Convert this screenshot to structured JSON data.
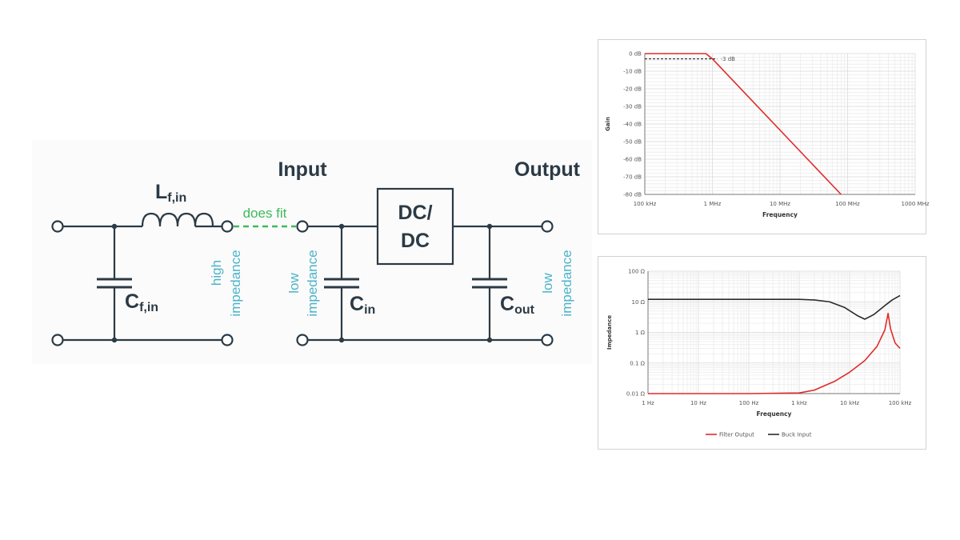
{
  "circuit": {
    "labels": {
      "inductor_main": "L",
      "inductor_sub": "f,in",
      "cap_filter_main": "C",
      "cap_filter_sub": "f,in",
      "cap_in_main": "C",
      "cap_in_sub": "in",
      "cap_out_main": "C",
      "cap_out_sub": "out",
      "input_title": "Input",
      "output_title": "Output",
      "dcdc_line1": "DC/",
      "dcdc_line2": "DC",
      "does_fit": "does fit",
      "high_1": "high",
      "high_2": "impedance",
      "low_in_1": "low",
      "low_in_2": "impedance",
      "low_out_1": "low",
      "low_out_2": "impedance"
    },
    "colors": {
      "wire": "#2b3a45",
      "impedance_text": "#4bb3c9",
      "does_fit": "#3dbb5a"
    }
  },
  "chart_data": [
    {
      "type": "line",
      "xlabel": "Frequency",
      "ylabel": "Gain",
      "x_scale": "log",
      "x_ticks": [
        "100 kHz",
        "1 MHz",
        "10 MHz",
        "100 MHz",
        "1000 MHz"
      ],
      "x_tick_values": [
        100000,
        1000000,
        10000000,
        100000000,
        1000000000
      ],
      "y_ticks": [
        "0 dB",
        "-10 dB",
        "-20 dB",
        "-30 dB",
        "-40 dB",
        "-50 dB",
        "-60 dB",
        "-70 dB",
        "-80 dB"
      ],
      "y_tick_values": [
        0,
        -10,
        -20,
        -30,
        -40,
        -50,
        -60,
        -70,
        -80
      ],
      "ylim": [
        -80,
        0
      ],
      "xlim": [
        100000,
        1000000000
      ],
      "grid": true,
      "series": [
        {
          "color": "#e02b2b",
          "points": [
            [
              100000,
              0
            ],
            [
              800000,
              0
            ],
            [
              1000000,
              -3
            ],
            [
              80000000,
              -80
            ]
          ]
        }
      ],
      "annotations": [
        {
          "text": "-3 dB",
          "x": 1000000,
          "y": -3,
          "style": "dashed-line",
          "color": "#222222"
        }
      ]
    },
    {
      "type": "line",
      "xlabel": "Frequency",
      "ylabel": "Impedance",
      "x_scale": "log",
      "y_scale": "log",
      "x_ticks": [
        "1 Hz",
        "10 Hz",
        "100 Hz",
        "1 kHz",
        "10 kHz",
        "100 kHz"
      ],
      "x_tick_values": [
        1,
        10,
        100,
        1000,
        10000,
        100000
      ],
      "y_ticks": [
        "100 Ω",
        "10 Ω",
        "1 Ω",
        "0.1 Ω",
        "0.01 Ω"
      ],
      "y_tick_values": [
        100,
        10,
        1,
        0.1,
        0.01
      ],
      "xlim": [
        1,
        100000
      ],
      "ylim": [
        0.01,
        100
      ],
      "grid": true,
      "legend": "bottom",
      "series": [
        {
          "name": "Filter Output",
          "color": "#e02b2b",
          "points": [
            [
              1,
              0.01
            ],
            [
              100,
              0.01
            ],
            [
              1000,
              0.0105
            ],
            [
              2000,
              0.013
            ],
            [
              5000,
              0.025
            ],
            [
              10000,
              0.05
            ],
            [
              20000,
              0.12
            ],
            [
              35000,
              0.35
            ],
            [
              50000,
              1.2
            ],
            [
              58000,
              4.2
            ],
            [
              65000,
              1.3
            ],
            [
              80000,
              0.45
            ],
            [
              100000,
              0.3
            ]
          ]
        },
        {
          "name": "Buck Input",
          "color": "#2b2b2b",
          "points": [
            [
              1,
              12
            ],
            [
              100,
              12
            ],
            [
              1000,
              12
            ],
            [
              2000,
              11.5
            ],
            [
              4000,
              10
            ],
            [
              8000,
              6.5
            ],
            [
              14000,
              3.6
            ],
            [
              20000,
              2.7
            ],
            [
              30000,
              3.8
            ],
            [
              50000,
              7.5
            ],
            [
              70000,
              11.5
            ],
            [
              100000,
              16
            ]
          ]
        }
      ]
    }
  ]
}
